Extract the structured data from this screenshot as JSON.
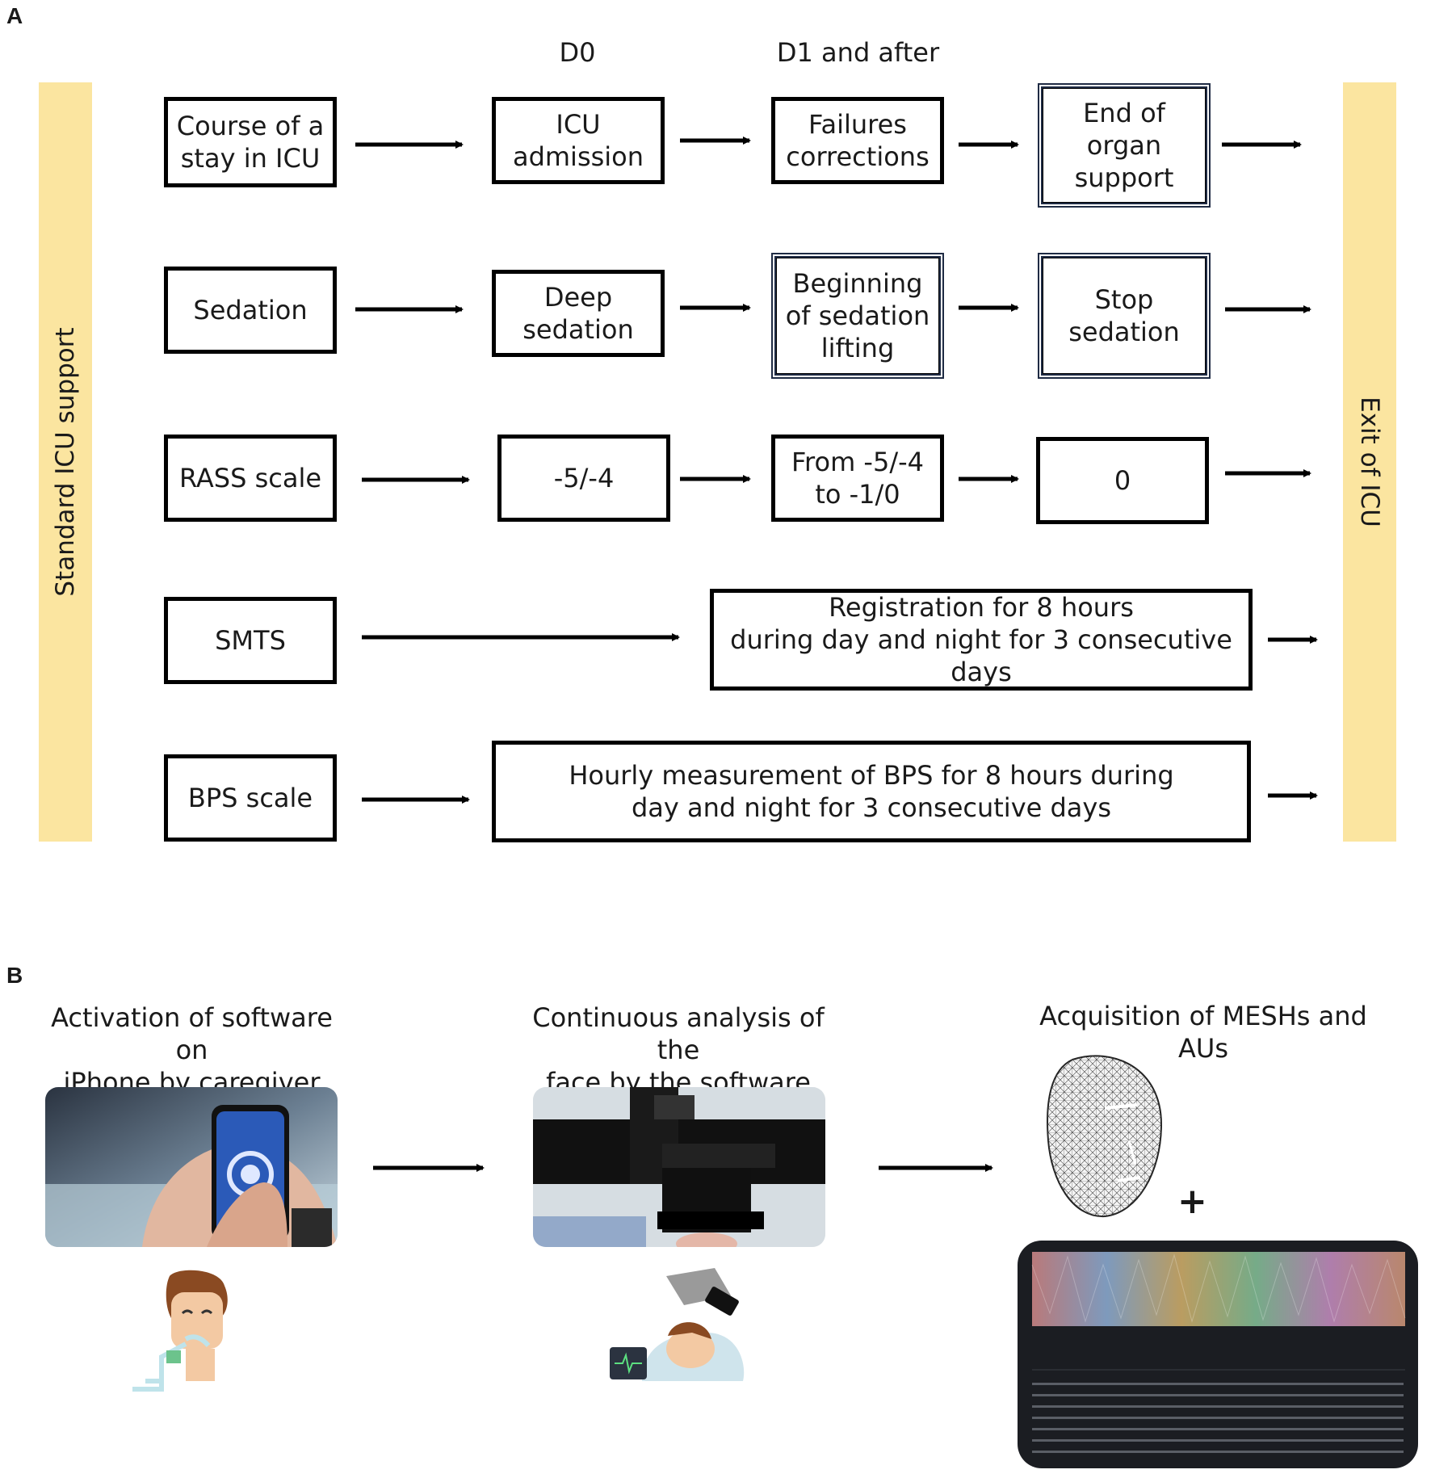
{
  "panel_a": {
    "letter": "A",
    "left_bar_label": "Standard ICU support",
    "right_bar_label": "Exit of ICU",
    "day_labels": {
      "d0": "D0",
      "d1": "D1 and after"
    },
    "rows": [
      {
        "label": "Course of a\nstay in ICU",
        "steps": [
          "ICU\nadmission",
          "Failures\ncorrections",
          "End of\norgan\nsupport"
        ]
      },
      {
        "label": "Sedation",
        "steps": [
          "Deep\nsedation",
          "Beginning\nof sedation\nlifting",
          "Stop\nsedation"
        ]
      },
      {
        "label": "RASS scale",
        "steps": [
          "-5/-4",
          "From -5/-4\nto -1/0",
          "0"
        ]
      },
      {
        "label": "SMTS",
        "steps": [
          "Registration for 8 hours\nduring day and night for 3 consecutive days"
        ]
      },
      {
        "label": "BPS scale",
        "steps": [
          "Hourly measurement of BPS for 8 hours during\nday and night for 3 consecutive days"
        ]
      }
    ]
  },
  "panel_b": {
    "letter": "B",
    "steps": [
      {
        "caption": "Activation of software on\niPhone by caregiver"
      },
      {
        "caption": "Continuous analysis of the\nface by the software"
      },
      {
        "caption": "Acquisition of MESHs and AUs"
      }
    ],
    "plus": "+"
  },
  "colors": {
    "bar": "#fbe5a0",
    "box_border": "#000000",
    "screen_bg": "#1b1d22"
  }
}
